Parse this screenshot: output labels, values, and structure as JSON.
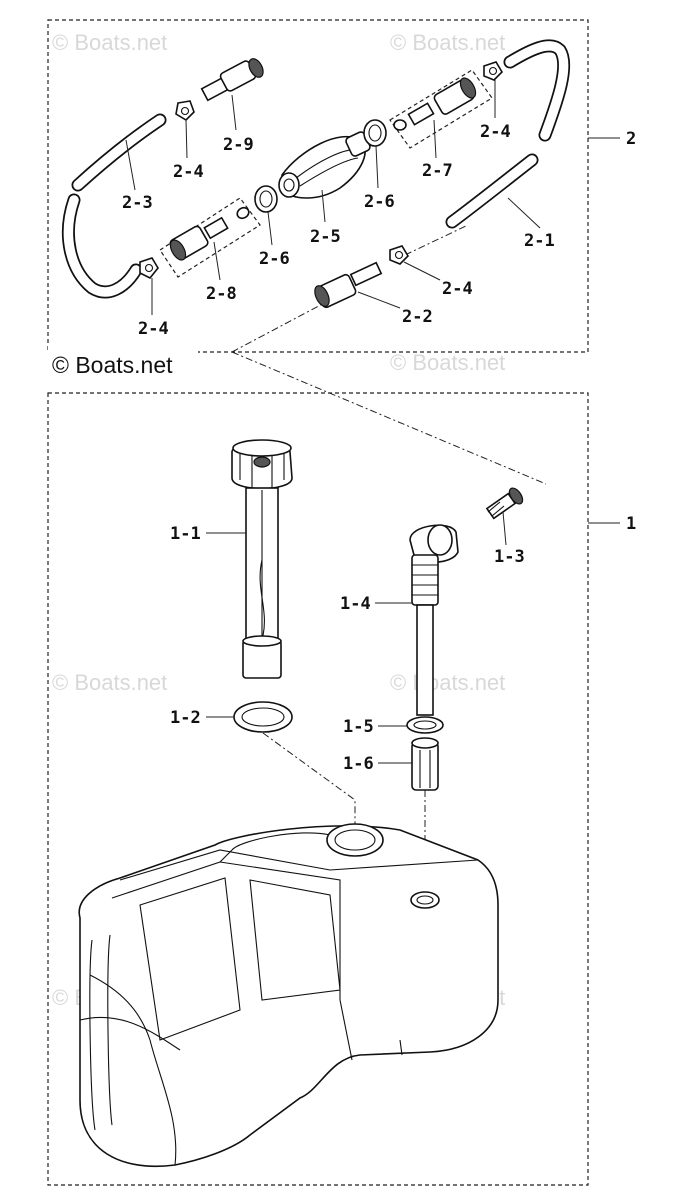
{
  "watermark": {
    "text": "© Boats.net",
    "copyright": "© Boats.net"
  },
  "labels": {
    "group_1": "1",
    "group_2": "2",
    "p1_1": "1-1",
    "p1_2": "1-2",
    "p1_3": "1-3",
    "p1_4": "1-4",
    "p1_5": "1-5",
    "p1_6": "1-6",
    "p2_1": "2-1",
    "p2_2": "2-2",
    "p2_3": "2-3",
    "p2_4_a": "2-4",
    "p2_4_b": "2-4",
    "p2_4_c": "2-4",
    "p2_4_d": "2-4",
    "p2_5": "2-5",
    "p2_6_a": "2-6",
    "p2_6_b": "2-6",
    "p2_7": "2-7",
    "p2_8": "2-8",
    "p2_9": "2-9"
  }
}
